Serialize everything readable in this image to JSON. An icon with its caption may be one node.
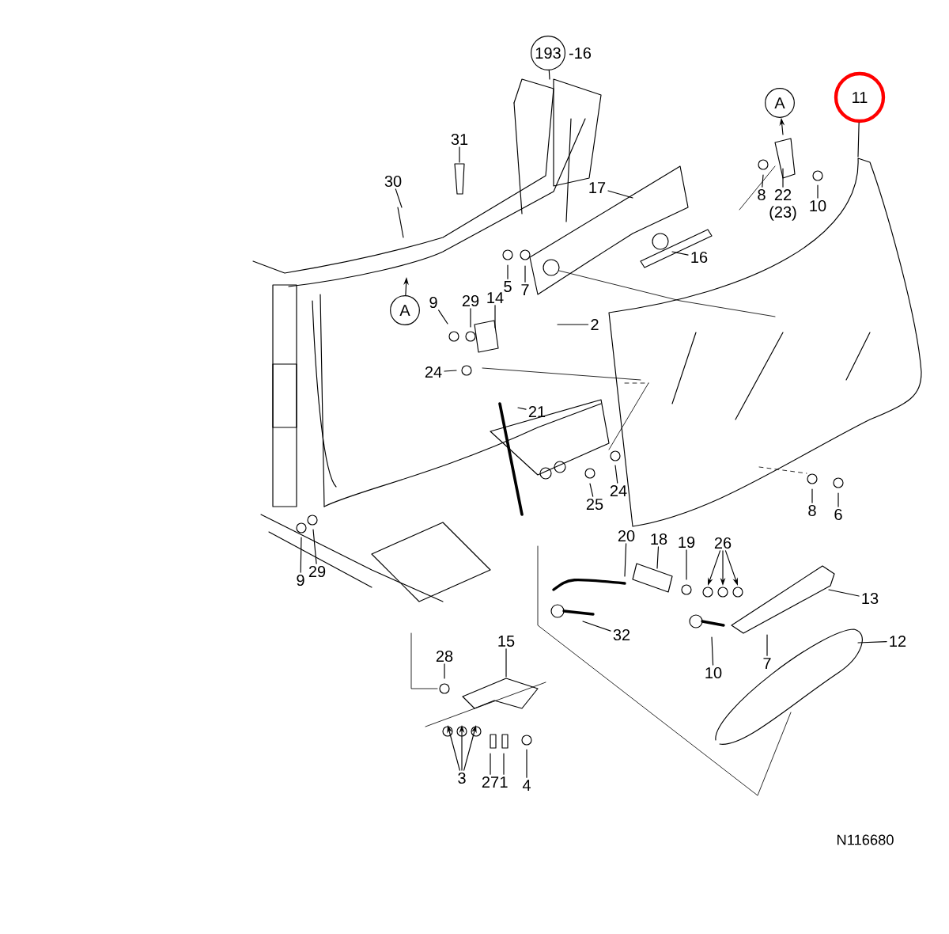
{
  "diagram": {
    "nodes": [
      {
        "text": [
          "193"
        ],
        "beside": [
          "-16"
        ]
      },
      {
        "text": [
          "31"
        ]
      },
      {
        "text": [
          "30"
        ]
      },
      {
        "text": [
          "17"
        ]
      },
      {
        "text": [
          "A"
        ]
      },
      {
        "text": [
          "11"
        ]
      },
      {
        "text": [
          "8"
        ]
      },
      {
        "text": [
          "22",
          "(23)"
        ]
      },
      {
        "text": [
          "10"
        ]
      },
      {
        "text": [
          "16"
        ]
      },
      {
        "text": [
          "5"
        ]
      },
      {
        "text": [
          "7"
        ]
      },
      {
        "text": [
          "A"
        ]
      },
      {
        "text": [
          "9"
        ]
      },
      {
        "text": [
          "29"
        ]
      },
      {
        "text": [
          "14"
        ]
      },
      {
        "text": [
          "2"
        ]
      },
      {
        "text": [
          "24"
        ]
      },
      {
        "text": [
          "21"
        ]
      },
      {
        "text": [
          "24"
        ]
      },
      {
        "text": [
          "25"
        ]
      },
      {
        "text": [
          "8"
        ]
      },
      {
        "text": [
          "6"
        ]
      },
      {
        "text": [
          "9"
        ]
      },
      {
        "text": [
          "29"
        ]
      },
      {
        "text": [
          "20"
        ]
      },
      {
        "text": [
          "18"
        ]
      },
      {
        "text": [
          "19"
        ]
      },
      {
        "text": [
          "26"
        ]
      },
      {
        "text": [
          "13"
        ]
      },
      {
        "text": [
          "32"
        ]
      },
      {
        "text": [
          "7"
        ]
      },
      {
        "text": [
          "10"
        ]
      },
      {
        "text": [
          "12"
        ]
      },
      {
        "text": [
          "15"
        ]
      },
      {
        "text": [
          "28"
        ]
      },
      {
        "text": [
          "3"
        ]
      },
      {
        "text": [
          "27"
        ]
      },
      {
        "text": [
          "1"
        ]
      },
      {
        "text": [
          "4"
        ]
      }
    ],
    "edges": [
      {
        "from": 0,
        "to": null,
        "arrow": "none"
      },
      {
        "from": 1,
        "to": null,
        "arrow": "none"
      },
      {
        "from": 2,
        "to": null,
        "arrow": "none"
      },
      {
        "from": 3,
        "to": null,
        "arrow": "none"
      },
      {
        "from": null,
        "to": 4,
        "arrow": "to"
      },
      {
        "from": 5,
        "to": null,
        "arrow": "none"
      },
      {
        "from": 6,
        "to": null,
        "arrow": "none"
      },
      {
        "from": 7,
        "to": null,
        "arrow": "none"
      },
      {
        "from": 8,
        "to": null,
        "arrow": "none"
      },
      {
        "from": 9,
        "to": null,
        "arrow": "none"
      },
      {
        "from": 10,
        "to": null,
        "arrow": "none"
      },
      {
        "from": 11,
        "to": null,
        "arrow": "none"
      },
      {
        "from": 12,
        "to": null,
        "arrow": "to"
      },
      {
        "from": 13,
        "to": null,
        "arrow": "none"
      },
      {
        "from": 14,
        "to": null,
        "arrow": "none"
      },
      {
        "from": 15,
        "to": null,
        "arrow": "none"
      },
      {
        "from": 16,
        "to": null,
        "arrow": "none"
      },
      {
        "from": 17,
        "to": null,
        "arrow": "none"
      },
      {
        "from": 18,
        "to": null,
        "arrow": "none"
      },
      {
        "from": 19,
        "to": null,
        "arrow": "none"
      },
      {
        "from": 20,
        "to": null,
        "arrow": "none"
      },
      {
        "from": 21,
        "to": null,
        "arrow": "none"
      },
      {
        "from": 22,
        "to": null,
        "arrow": "none"
      },
      {
        "from": 23,
        "to": null,
        "arrow": "none"
      },
      {
        "from": 24,
        "to": null,
        "arrow": "none"
      },
      {
        "from": 25,
        "to": null,
        "arrow": "none"
      },
      {
        "from": 26,
        "to": null,
        "arrow": "none"
      },
      {
        "from": 27,
        "to": null,
        "arrow": "none"
      },
      {
        "from": 28,
        "to": null,
        "arrow": "to"
      },
      {
        "from": 28,
        "to": null,
        "arrow": "to"
      },
      {
        "from": 28,
        "to": null,
        "arrow": "to"
      },
      {
        "from": 29,
        "to": null,
        "arrow": "none"
      },
      {
        "from": 30,
        "to": null,
        "arrow": "none"
      },
      {
        "from": 31,
        "to": null,
        "arrow": "none"
      },
      {
        "from": 32,
        "to": null,
        "arrow": "none"
      },
      {
        "from": 33,
        "to": null,
        "arrow": "none"
      },
      {
        "from": 34,
        "to": null,
        "arrow": "none"
      },
      {
        "from": 35,
        "to": null,
        "arrow": "none"
      },
      {
        "from": 36,
        "to": null,
        "arrow": "to"
      },
      {
        "from": 36,
        "to": null,
        "arrow": "to"
      },
      {
        "from": 36,
        "to": null,
        "arrow": "to"
      },
      {
        "from": 37,
        "to": null,
        "arrow": "none"
      },
      {
        "from": 38,
        "to": null,
        "arrow": "none"
      },
      {
        "from": 39,
        "to": null,
        "arrow": "none"
      }
    ],
    "labels": [
      "N116680"
    ]
  }
}
